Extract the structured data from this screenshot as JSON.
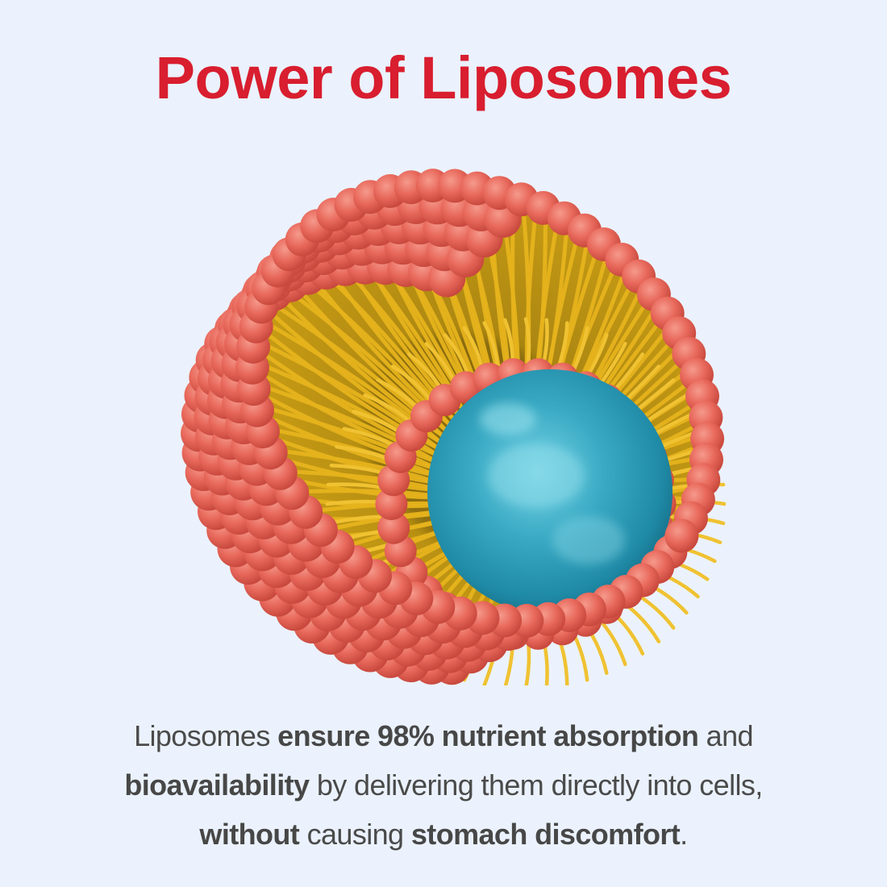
{
  "title": "Power of Liposomes",
  "colors": {
    "background": "#ebf2fd",
    "title": "#d81e2f",
    "body_text": "#4a4a4a",
    "phospholipid_head": "#e8695c",
    "lipid_tail": "#e6b31c",
    "core": "#2a98b4"
  },
  "illustration": {
    "subject": "liposome-cross-section",
    "parts": [
      "phospholipid-bilayer-outer",
      "lipid-tails",
      "phospholipid-bilayer-inner",
      "nutrient-core"
    ]
  },
  "caption": {
    "line1": [
      {
        "text": "Liposomes ",
        "bold": false
      },
      {
        "text": "ensure 98% nutrient absorption",
        "bold": true
      },
      {
        "text": " and",
        "bold": false
      }
    ],
    "line2": [
      {
        "text": "bioavailability",
        "bold": true
      },
      {
        "text": " by delivering them directly into cells,",
        "bold": false
      }
    ],
    "line3": [
      {
        "text": "without",
        "bold": true
      },
      {
        "text": " causing ",
        "bold": false
      },
      {
        "text": "stomach discomfort",
        "bold": true
      },
      {
        "text": ".",
        "bold": false
      }
    ]
  }
}
